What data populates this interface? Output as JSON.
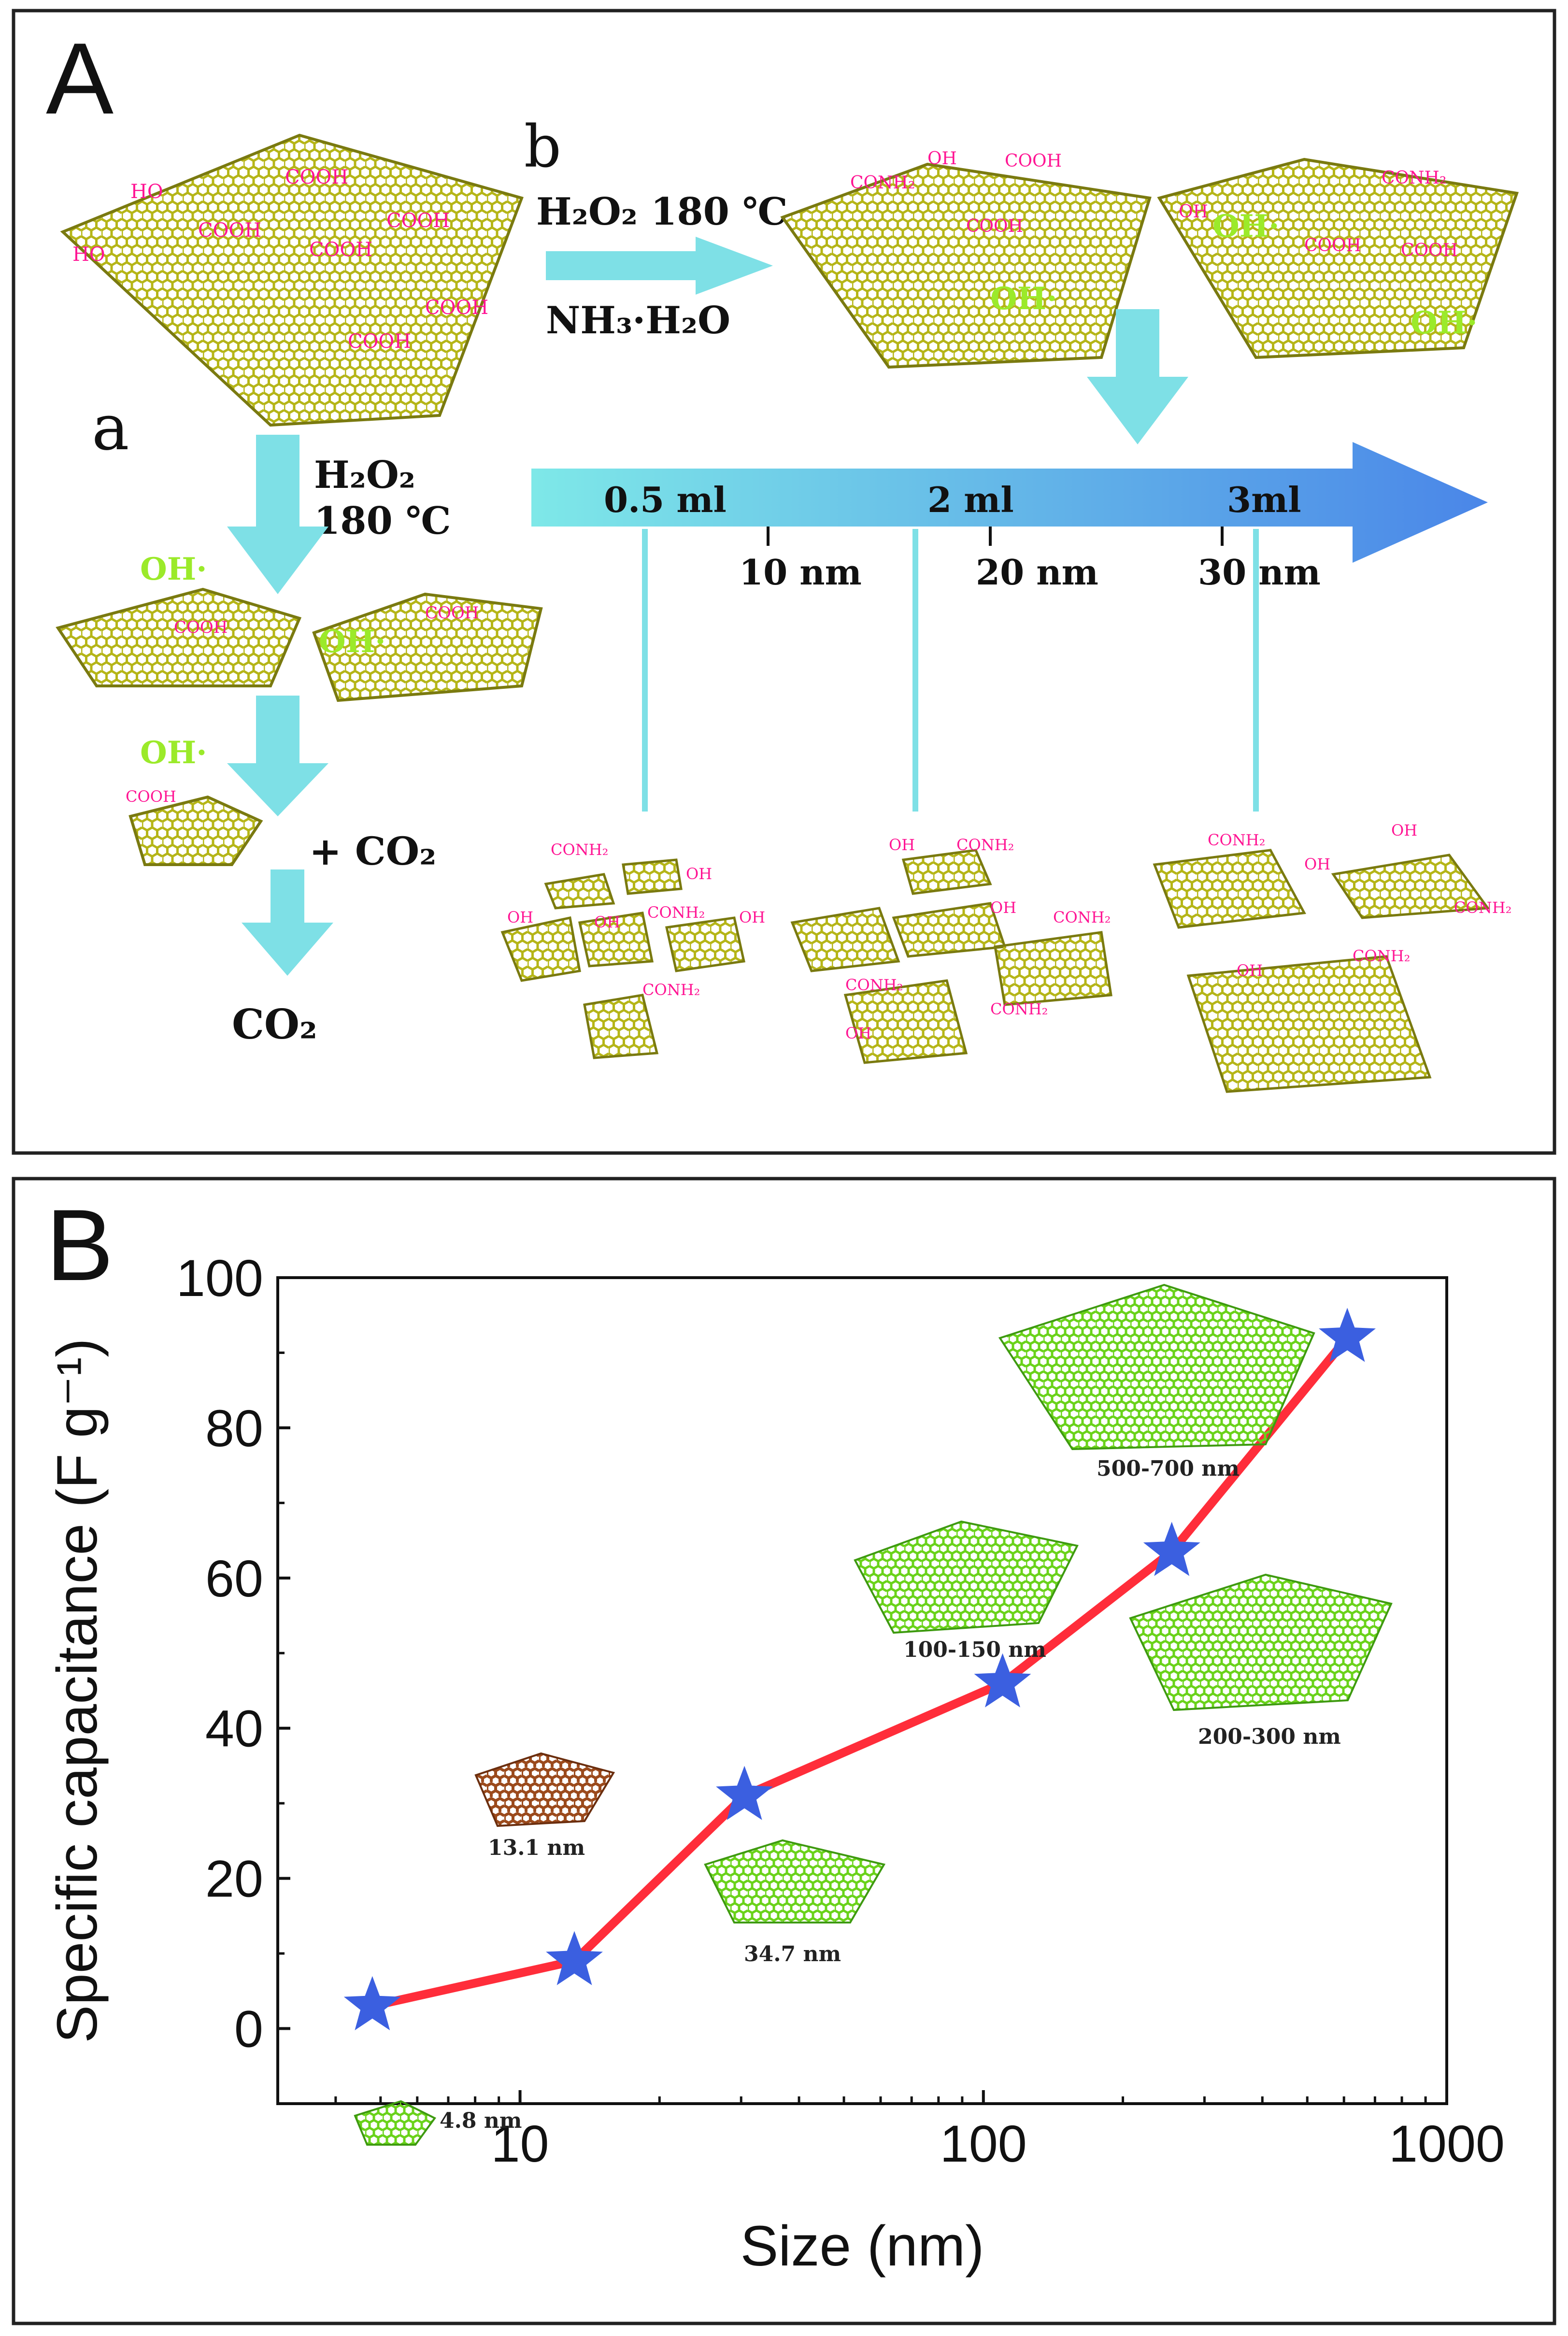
{
  "panel_a": {
    "letter": "A",
    "route_a": "a",
    "route_b": "b",
    "label_top_reagent": "H₂O₂  180 ℃",
    "label_top_base": "NH₃·H₂O",
    "label_left_reagent1": "H₂O₂",
    "label_left_reagent2": "180 ℃",
    "plus_co2": "+ CO₂",
    "co2": "CO₂",
    "radical": "OH·",
    "gradient_arrow": {
      "volumes": [
        "0.5 ml",
        "2 ml",
        "3ml"
      ],
      "sizes": [
        "10 nm",
        "20 nm",
        "30 nm"
      ]
    },
    "groups": {
      "oh": "OH",
      "cooh": "COOH",
      "conh2": "CONH₂",
      "ho": "HO"
    },
    "colors": {
      "sheet": "#c8c81e",
      "sheet_edge": "#7a7a10",
      "arrow": "#7ee0e6",
      "gradient_end": "#4a86e8",
      "group_text": "#ff1493",
      "radical_text": "#9bea2a"
    }
  },
  "panel_b": {
    "letter": "B",
    "chart_data": {
      "type": "line",
      "xlabel": "Size (nm)",
      "ylabel": "Specific capacitance (F g⁻¹)",
      "x_scale": "log",
      "xlim": [
        3,
        1000
      ],
      "ylim": [
        -10,
        100
      ],
      "x_ticks": [
        10,
        100,
        1000
      ],
      "x_tick_labels": [
        "10",
        "100",
        "1000"
      ],
      "y_ticks": [
        0,
        20,
        40,
        60,
        80,
        100
      ],
      "y_tick_labels": [
        "0",
        "20",
        "40",
        "60",
        "80",
        "100"
      ],
      "grid": false,
      "series": [
        {
          "marker": "star",
          "marker_color": "#3b5fe0",
          "line_color": "#ff2d3a",
          "points": [
            {
              "x": 4.8,
              "y": 3
            },
            {
              "x": 13.1,
              "y": 9
            },
            {
              "x": 30.5,
              "y": 31
            },
            {
              "x": 110,
              "y": 46
            },
            {
              "x": 255,
              "y": 63.5
            },
            {
              "x": 610,
              "y": 92
            }
          ]
        }
      ],
      "annotations": [
        "4.8 nm",
        "13.1 nm",
        "34.7 nm",
        "100-150 nm",
        "200-300 nm",
        "500-700 nm"
      ]
    }
  }
}
